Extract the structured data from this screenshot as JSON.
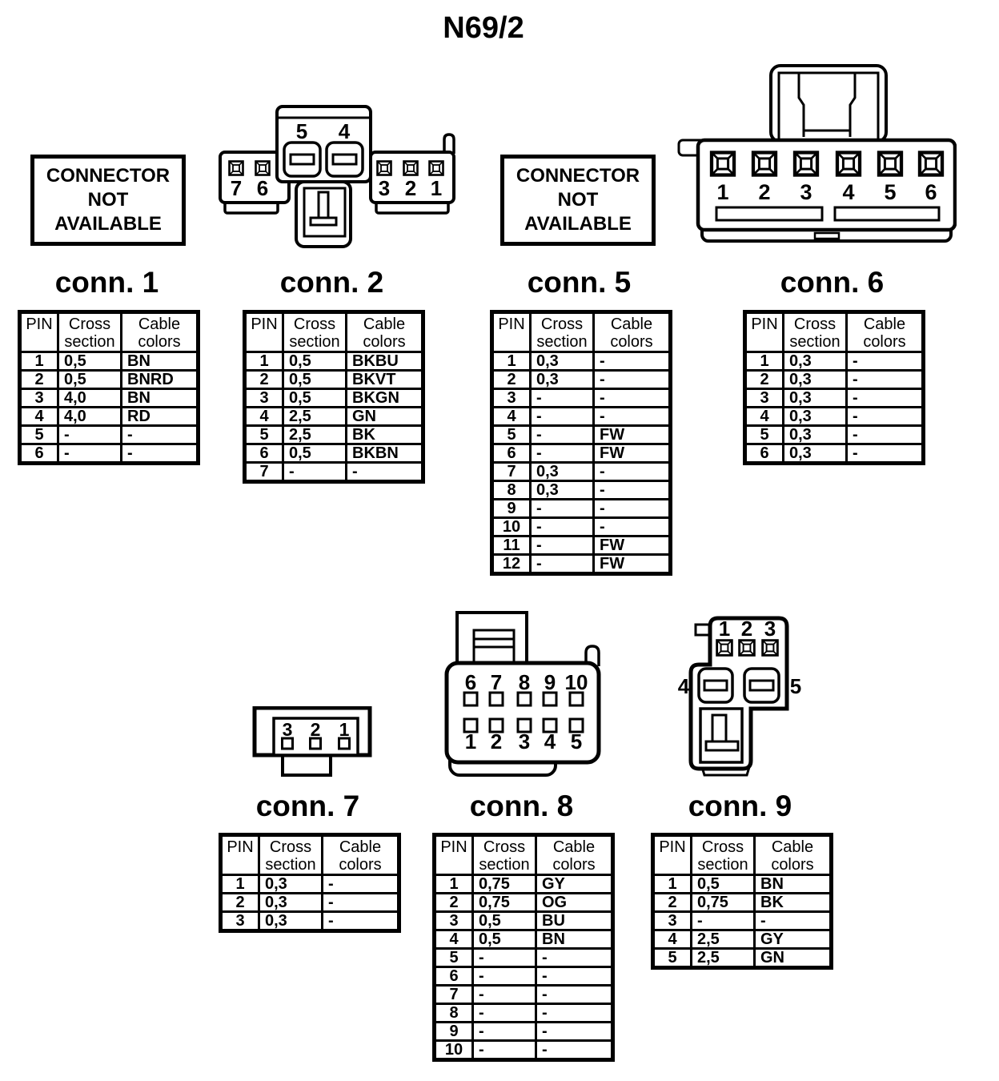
{
  "title": "N69/2",
  "not_available_label": "CONNECTOR\nNOT\nAVAILABLE",
  "table_headers": [
    "PIN",
    "Cross section",
    "Cable colors"
  ],
  "colors": {
    "ink": "#000000",
    "paper": "#ffffff"
  },
  "connectors": [
    {
      "key": "conn1",
      "label": "conn. 1",
      "graphic": "not-available",
      "rows": [
        [
          "1",
          "0,5",
          "BN"
        ],
        [
          "2",
          "0,5",
          "BNRD"
        ],
        [
          "3",
          "4,0",
          "BN"
        ],
        [
          "4",
          "4,0",
          "RD"
        ],
        [
          "5",
          "-",
          "-"
        ],
        [
          "6",
          "-",
          "-"
        ]
      ]
    },
    {
      "key": "conn2",
      "label": "conn. 2",
      "graphic": "drawing",
      "pin_labels": [
        "5",
        "4",
        "7",
        "6",
        "3",
        "2",
        "1"
      ],
      "rows": [
        [
          "1",
          "0,5",
          "BKBU"
        ],
        [
          "2",
          "0,5",
          "BKVT"
        ],
        [
          "3",
          "0,5",
          "BKGN"
        ],
        [
          "4",
          "2,5",
          "GN"
        ],
        [
          "5",
          "2,5",
          "BK"
        ],
        [
          "6",
          "0,5",
          "BKBN"
        ],
        [
          "7",
          "-",
          "-"
        ]
      ]
    },
    {
      "key": "conn5",
      "label": "conn. 5",
      "graphic": "not-available",
      "rows": [
        [
          "1",
          "0,3",
          "-"
        ],
        [
          "2",
          "0,3",
          "-"
        ],
        [
          "3",
          "-",
          "-"
        ],
        [
          "4",
          "-",
          "-"
        ],
        [
          "5",
          "-",
          "FW"
        ],
        [
          "6",
          "-",
          "FW"
        ],
        [
          "7",
          "0,3",
          "-"
        ],
        [
          "8",
          "0,3",
          "-"
        ],
        [
          "9",
          "-",
          "-"
        ],
        [
          "10",
          "-",
          "-"
        ],
        [
          "11",
          "-",
          "FW"
        ],
        [
          "12",
          "-",
          "FW"
        ]
      ]
    },
    {
      "key": "conn6",
      "label": "conn. 6",
      "graphic": "drawing",
      "pin_labels": [
        "1",
        "2",
        "3",
        "4",
        "5",
        "6"
      ],
      "rows": [
        [
          "1",
          "0,3",
          "-"
        ],
        [
          "2",
          "0,3",
          "-"
        ],
        [
          "3",
          "0,3",
          "-"
        ],
        [
          "4",
          "0,3",
          "-"
        ],
        [
          "5",
          "0,3",
          "-"
        ],
        [
          "6",
          "0,3",
          "-"
        ]
      ]
    },
    {
      "key": "conn7",
      "label": "conn. 7",
      "graphic": "drawing",
      "pin_labels": [
        "3",
        "2",
        "1"
      ],
      "rows": [
        [
          "1",
          "0,3",
          "-"
        ],
        [
          "2",
          "0,3",
          "-"
        ],
        [
          "3",
          "0,3",
          "-"
        ]
      ]
    },
    {
      "key": "conn8",
      "label": "conn. 8",
      "graphic": "drawing",
      "pin_labels": [
        "6",
        "7",
        "8",
        "9",
        "10",
        "1",
        "2",
        "3",
        "4",
        "5"
      ],
      "rows": [
        [
          "1",
          "0,75",
          "GY"
        ],
        [
          "2",
          "0,75",
          "OG"
        ],
        [
          "3",
          "0,5",
          "BU"
        ],
        [
          "4",
          "0,5",
          "BN"
        ],
        [
          "5",
          "-",
          "-"
        ],
        [
          "6",
          "-",
          "-"
        ],
        [
          "7",
          "-",
          "-"
        ],
        [
          "8",
          "-",
          "-"
        ],
        [
          "9",
          "-",
          "-"
        ],
        [
          "10",
          "-",
          "-"
        ]
      ]
    },
    {
      "key": "conn9",
      "label": "conn. 9",
      "graphic": "drawing",
      "pin_labels": [
        "1",
        "2",
        "3",
        "4",
        "5"
      ],
      "rows": [
        [
          "1",
          "0,5",
          "BN"
        ],
        [
          "2",
          "0,75",
          "BK"
        ],
        [
          "3",
          "-",
          "-"
        ],
        [
          "4",
          "2,5",
          "GY"
        ],
        [
          "5",
          "2,5",
          "GN"
        ]
      ]
    }
  ]
}
